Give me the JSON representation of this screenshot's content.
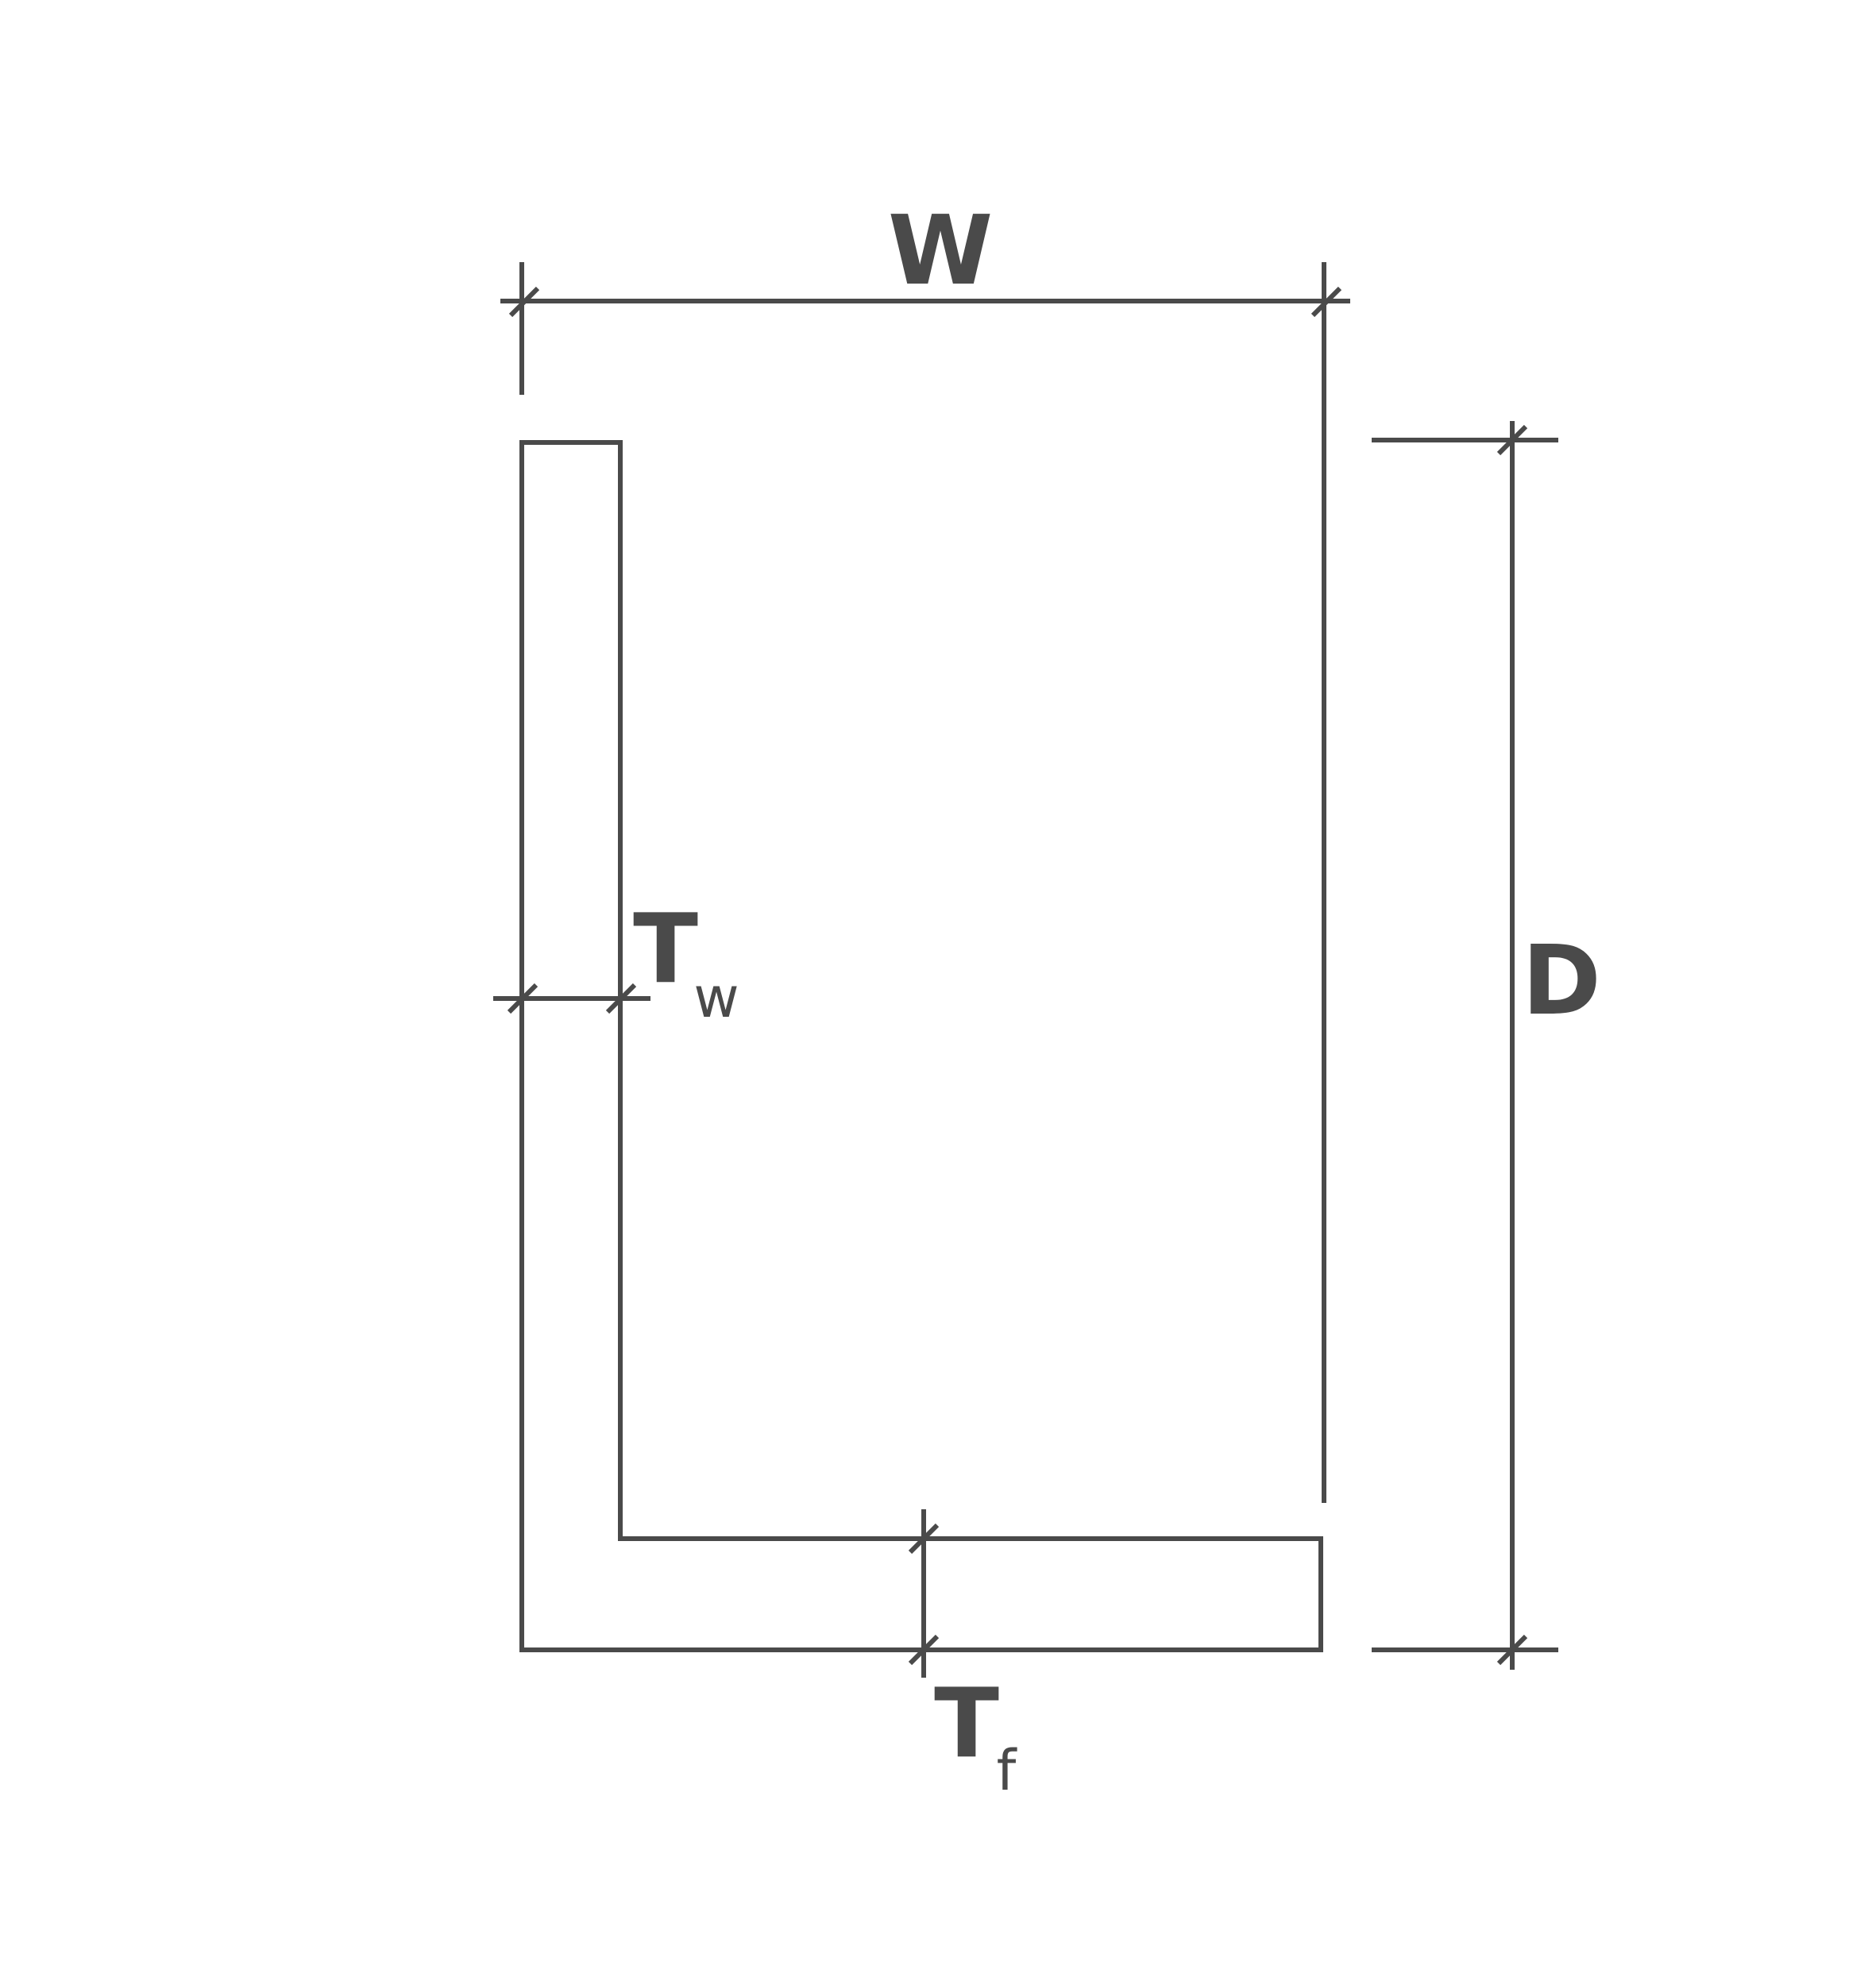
{
  "labels": {
    "width": "W",
    "depth": "D",
    "web_thickness_main": "T",
    "web_thickness_sub": "w",
    "flange_thickness_main": "T",
    "flange_thickness_sub": "f"
  },
  "colors": {
    "stroke": "#4a4a4a",
    "background": "#ffffff"
  }
}
